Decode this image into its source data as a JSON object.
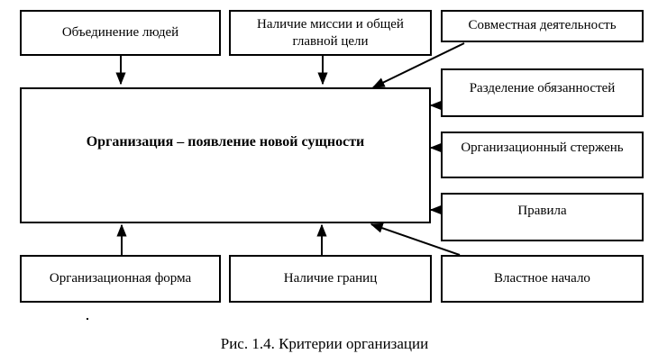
{
  "diagram": {
    "center": "Организация – появление новой сущности",
    "top": [
      "Объединение людей",
      "Наличие миссии и общей главной цели",
      "Совместная деятельность"
    ],
    "right": [
      "Разделение обязанностей",
      "Организационный стержень",
      "Правила"
    ],
    "bottom": [
      "Организационная форма",
      "Наличие границ",
      "Властное начало"
    ],
    "caption": "Рис. 1.4. Критерии организации"
  }
}
